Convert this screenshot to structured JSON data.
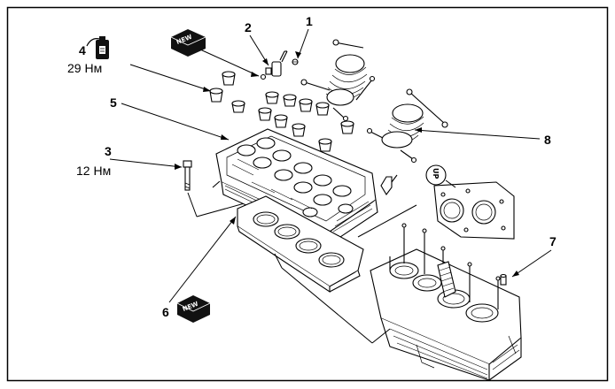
{
  "callouts": [
    {
      "num": "1"
    },
    {
      "num": "2"
    },
    {
      "num": "3",
      "torque": "12 Нм"
    },
    {
      "num": "4",
      "torque": "29 Нм"
    },
    {
      "num": "5"
    },
    {
      "num": "6"
    },
    {
      "num": "7"
    },
    {
      "num": "8"
    }
  ],
  "badges": {
    "new_top": "NEW",
    "new_bottom": "NEW",
    "oil_icon": "oil-bottle-icon"
  },
  "gasket_label": "UP",
  "colors": {
    "line": "#000000",
    "background": "#ffffff",
    "badge": "#111111"
  }
}
